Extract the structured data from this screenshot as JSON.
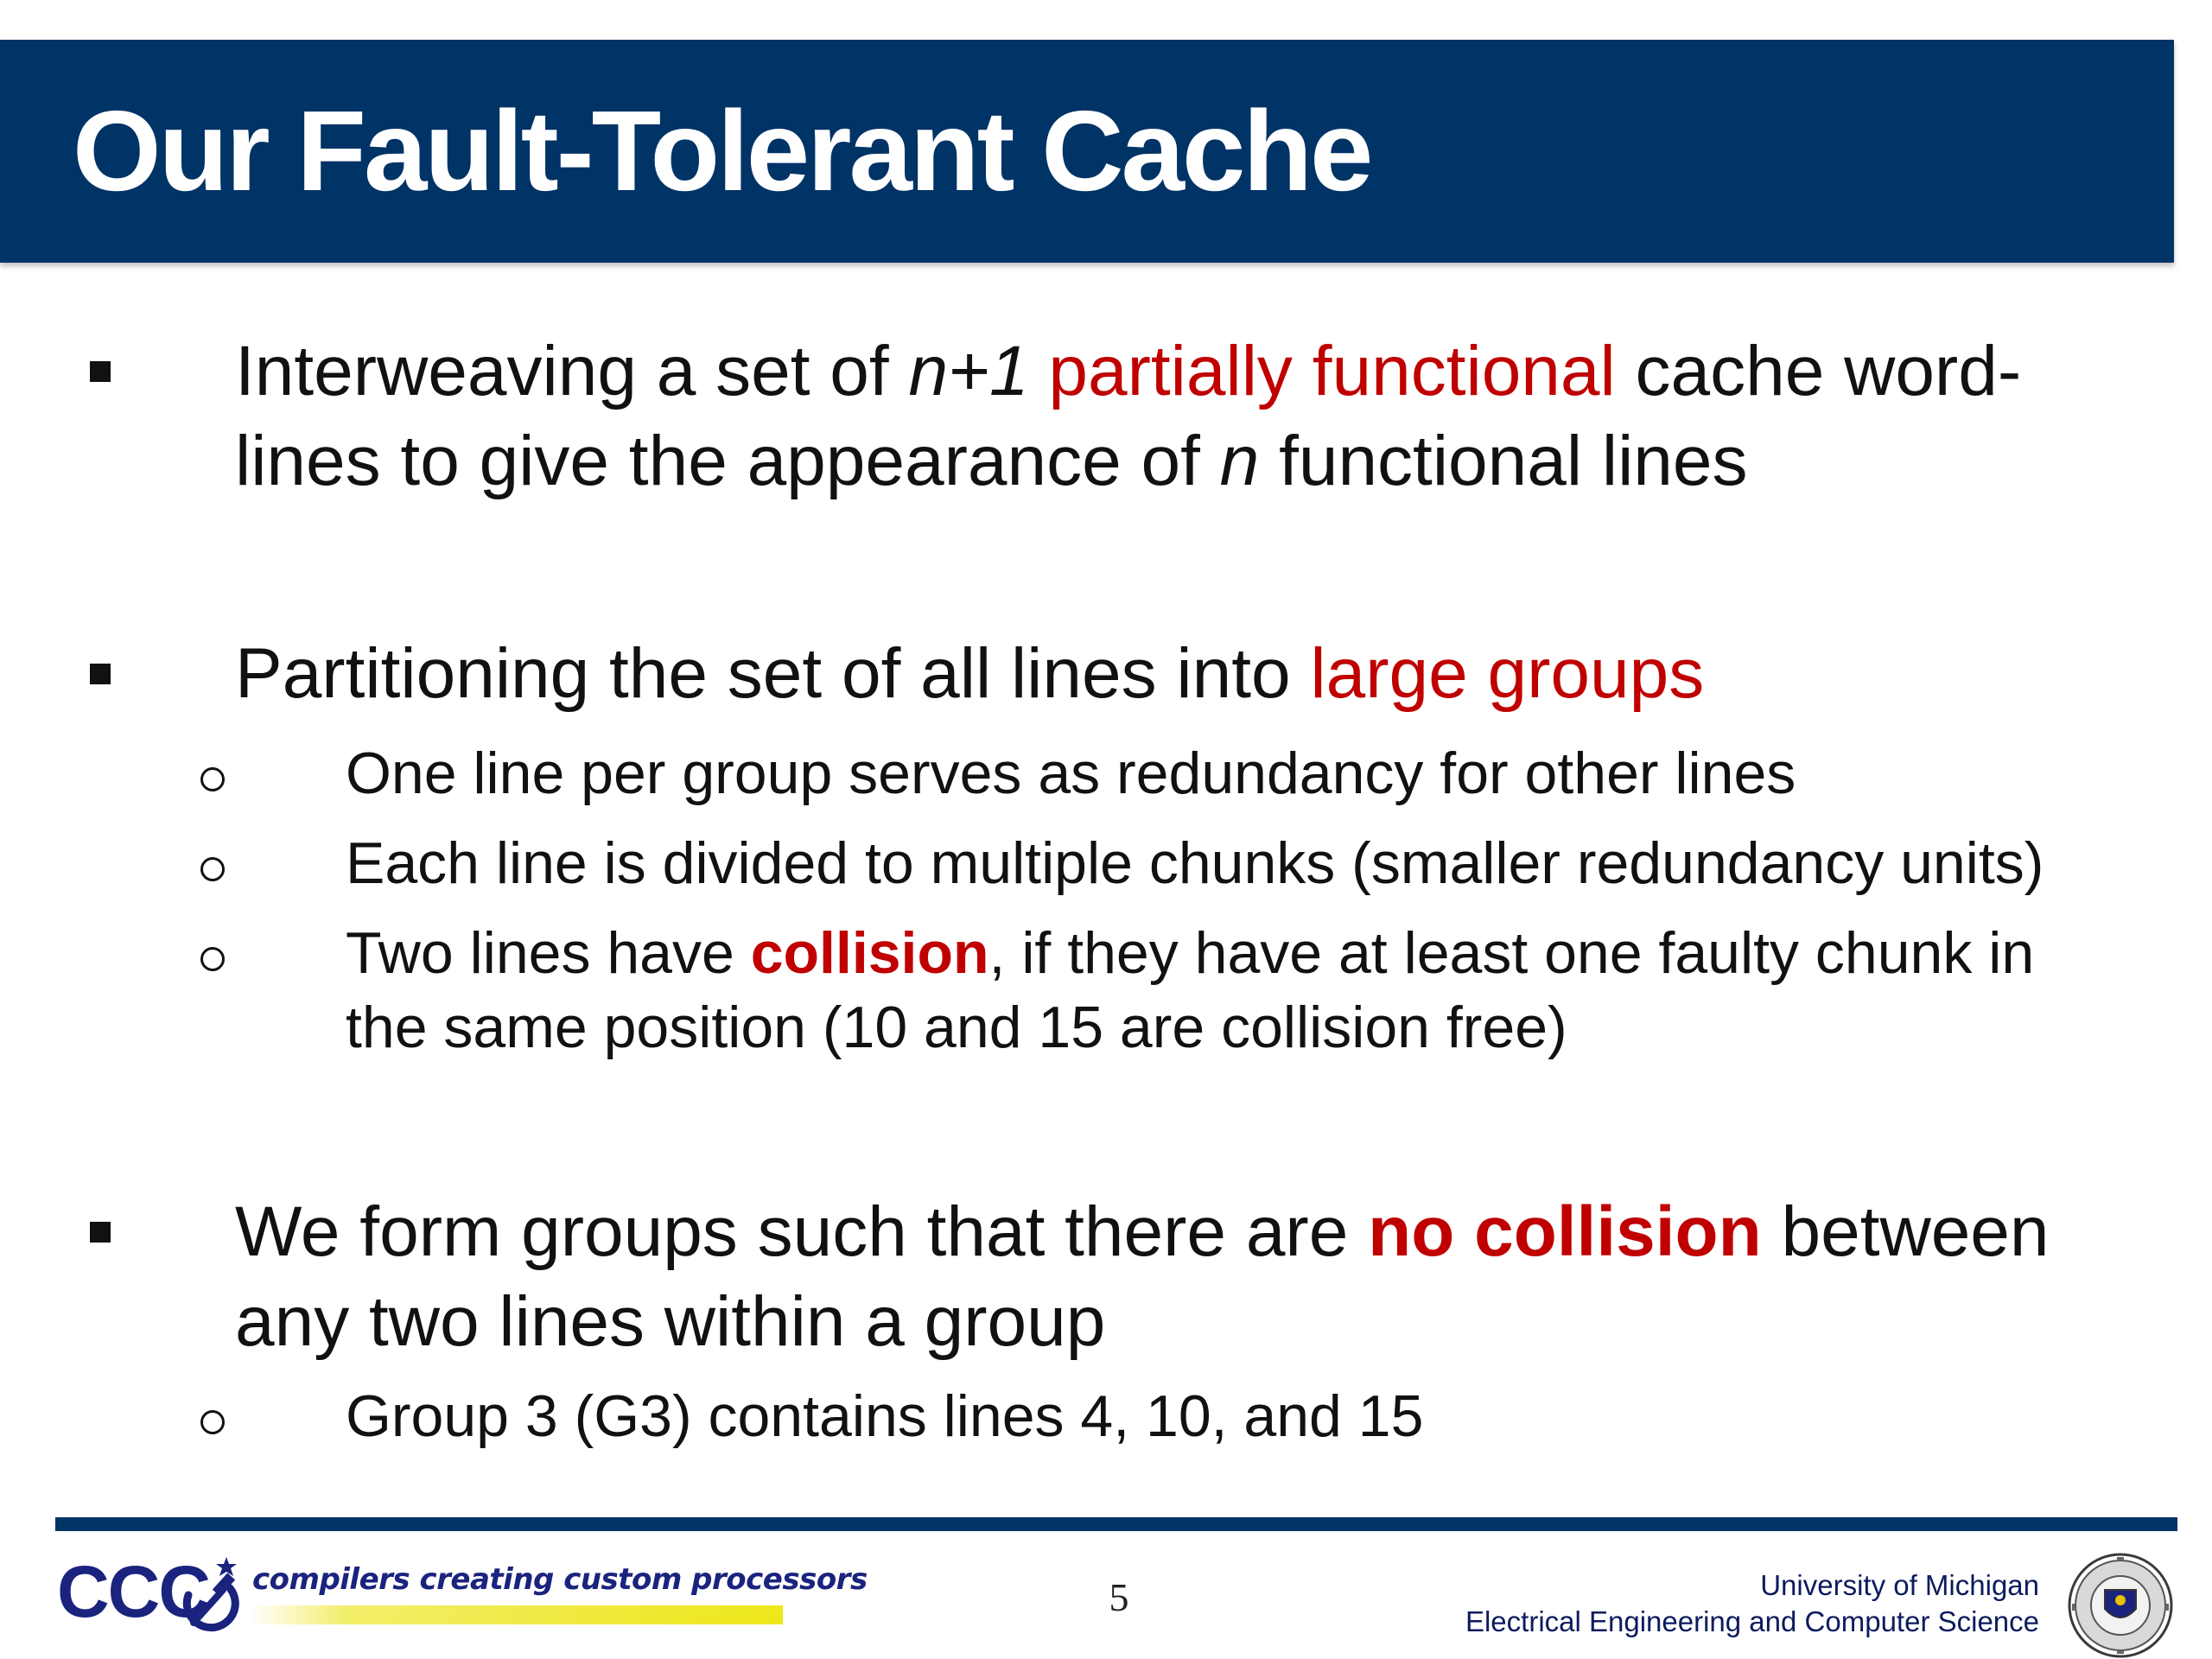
{
  "slide": {
    "title": "Our Fault-Tolerant Cache",
    "bullets": [
      {
        "lines": [
          [
            "Interweaving a set of ",
            "n+1",
            " ",
            "partially functional",
            " cache word-"
          ],
          [
            "lines to give the appearance of ",
            "n",
            " functional lines"
          ]
        ],
        "subbullets": []
      },
      {
        "lines": [
          [
            "Partitioning the set of all lines into ",
            "large groups"
          ]
        ],
        "subbullets": [
          {
            "lines": [
              [
                "One line per group serves as redundancy for other lines"
              ]
            ]
          },
          {
            "lines": [
              [
                "Each line is divided to multiple chunks (smaller redundancy units)"
              ]
            ]
          },
          {
            "lines": [
              [
                "Two lines have ",
                "collision",
                ", if they have at least one faulty chunk in"
              ],
              [
                "the same position (10 and 15 are collision free)"
              ]
            ]
          }
        ]
      },
      {
        "lines": [
          [
            "We form groups such that there are ",
            "no collision",
            " between"
          ],
          [
            "any two lines within a group"
          ]
        ],
        "subbullets": [
          {
            "lines": [
              [
                "Group 3 (G3) contains lines 4, 10, and 15"
              ]
            ]
          }
        ]
      }
    ]
  },
  "footer": {
    "logo_text": "CCC",
    "logo_icon": "hammer-sickle-star-icon",
    "tagline": "compilers creating custom processors",
    "page_number": "5",
    "university": "University of Michigan",
    "department": "Electrical Engineering and Computer Science",
    "seal_icon": "university-seal-icon"
  },
  "colors": {
    "header": "#003366",
    "accent_red": "#c00000",
    "text": "#111111",
    "footer_text": "#0d1b5e",
    "highlight": "#eee71a"
  }
}
